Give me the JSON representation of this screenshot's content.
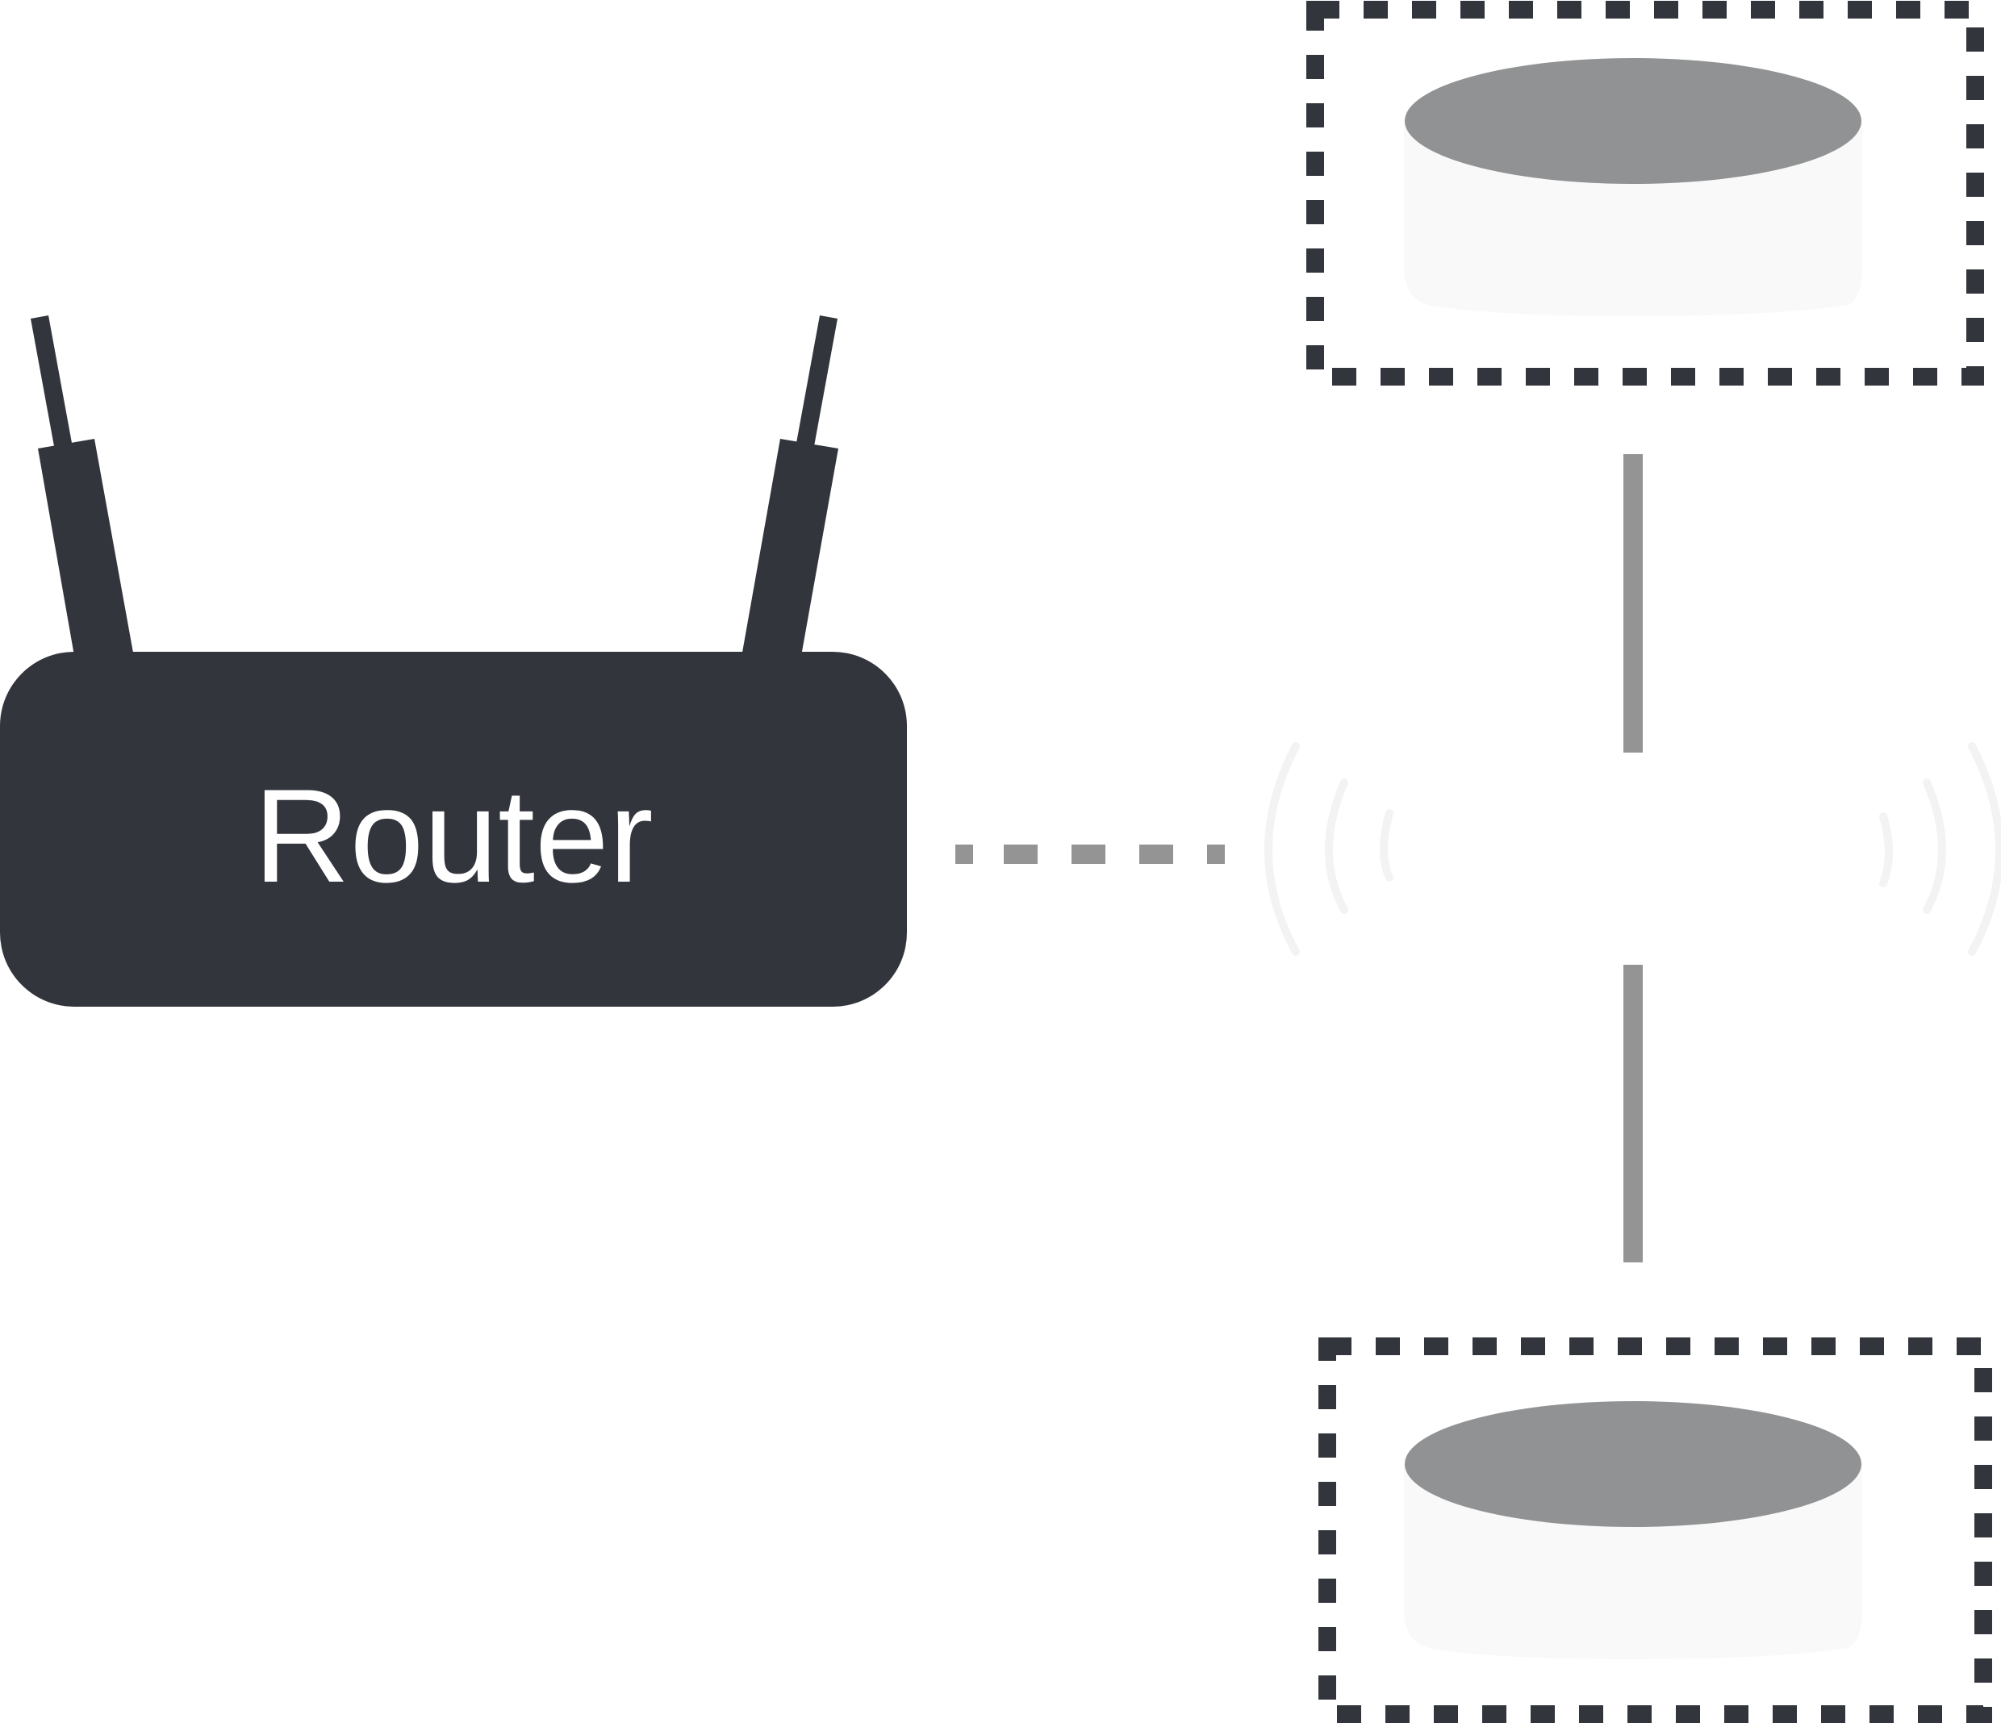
{
  "router": {
    "label": "Router",
    "icon": "router-icon"
  },
  "devices": [
    {
      "name": "top-device",
      "icon": "puck-device-icon"
    },
    {
      "name": "bottom-device",
      "icon": "puck-device-icon"
    }
  ],
  "connections": {
    "router_to_hub": "dashed",
    "hub_to_devices": "solid"
  },
  "hub_icon": "wireless-signal-icon",
  "colors": {
    "dark": "#32353c",
    "gray_line": "#949494",
    "device_top": "#919293",
    "device_body": "#f9f9f9",
    "signal_waves": "#f3f3f3",
    "label_text": "#ffffff",
    "background": "#ffffff"
  }
}
